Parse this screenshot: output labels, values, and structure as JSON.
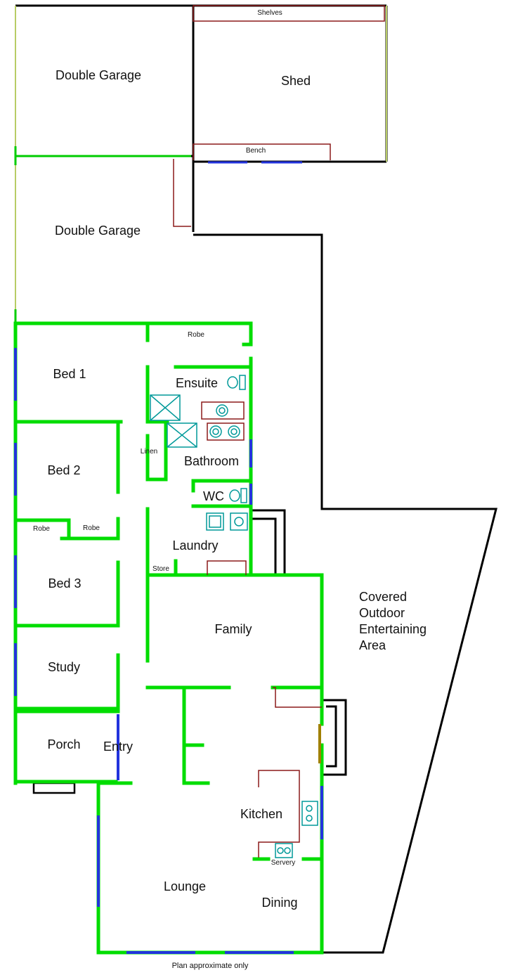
{
  "rooms": {
    "double_garage_top": "Double Garage",
    "shed": "Shed",
    "shelves": "Shelves",
    "bench": "Bench",
    "double_garage_bottom": "Double Garage",
    "robe_main": "Robe",
    "bed1": "Bed 1",
    "ensuite": "Ensuite",
    "linen": "Linen",
    "bathroom": "Bathroom",
    "bed2": "Bed 2",
    "wc": "WC",
    "robe_left": "Robe",
    "robe_right": "Robe",
    "laundry": "Laundry",
    "store": "Store",
    "bed3": "Bed 3",
    "family": "Family",
    "covered_line1": "Covered",
    "covered_line2": "Outdoor",
    "covered_line3": "Entertaining",
    "covered_line4": "Area",
    "study": "Study",
    "porch": "Porch",
    "entry": "Entry",
    "kitchen": "Kitchen",
    "servery": "Servery",
    "lounge": "Lounge",
    "dining": "Dining"
  },
  "footer": {
    "note": "Plan approximate only"
  },
  "colors": {
    "wall": "#00dd00",
    "outline": "#000000",
    "window": "#2233dd",
    "fixture": "#8b1a1a",
    "plumbing": "#009999",
    "door_gold": "#a08000",
    "thin_wall": "#b8cc66"
  }
}
